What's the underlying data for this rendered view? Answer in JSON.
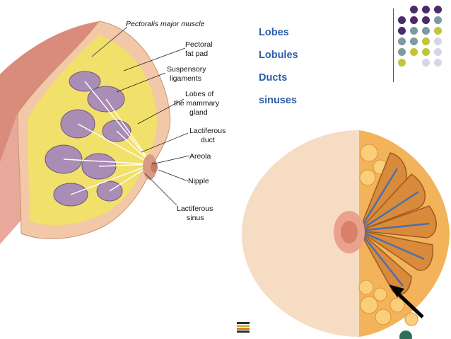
{
  "slide": {
    "bullets": [
      "Lobes",
      "Lobules",
      "Ducts",
      "sinuses"
    ],
    "accent_color": "#2e5ea8"
  },
  "diagram_left": {
    "labels": {
      "pectoralis": "Pectoralis major muscle",
      "fat_pad_1": "Pectoral",
      "fat_pad_2": "fat pad",
      "ligaments_1": "Suspensory",
      "ligaments_2": "ligaments",
      "lobes_1": "Lobes of",
      "lobes_2": "the mammary",
      "lobes_3": "gland",
      "duct_1": "Lactiferous",
      "duct_2": "duct",
      "areola": "Areola",
      "nipple": "Nipple",
      "sinus_1": "Lactiferous",
      "sinus_2": "sinus"
    }
  },
  "decor": {
    "dot_colors": [
      "#4b2a6b",
      "#7d9aa3",
      "#c3c43a",
      "#d6d5e8"
    ]
  }
}
